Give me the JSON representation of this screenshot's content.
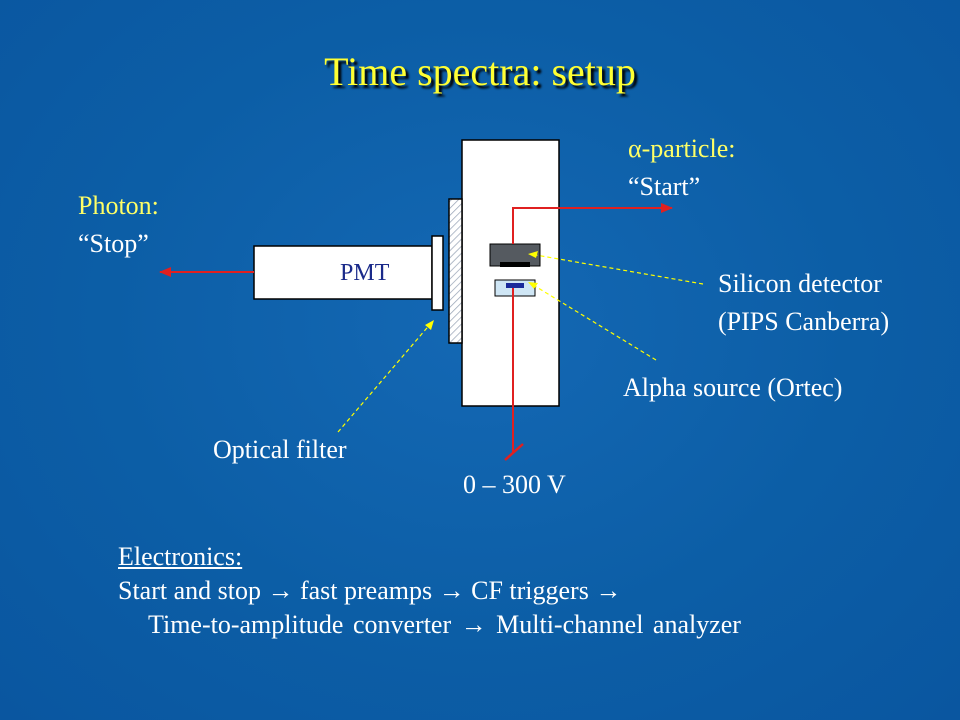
{
  "title": "Time spectra: setup",
  "labels": {
    "alpha_particle": "α-particle:",
    "alpha_start": "“Start”",
    "photon": "Photon:",
    "photon_stop": "“Stop”",
    "pmt": "PMT",
    "silicon_detector": "Silicon detector",
    "silicon_detector_model": "(PIPS Canberra)",
    "alpha_source": "Alpha source (Ortec)",
    "optical_filter": "Optical filter",
    "voltage": "0 – 300 V"
  },
  "electronics": {
    "heading": "Electronics:",
    "line1": "Start and stop → fast preamps → CF triggers →",
    "line2": "Time-to-amplitude converter → Multi-channel analyzer"
  },
  "colors": {
    "background": "#0c5ea6",
    "title": "#ffff33",
    "label_yellow": "#ffff66",
    "arrow_red": "#e02020",
    "leader_yellow": "#ffff00"
  }
}
